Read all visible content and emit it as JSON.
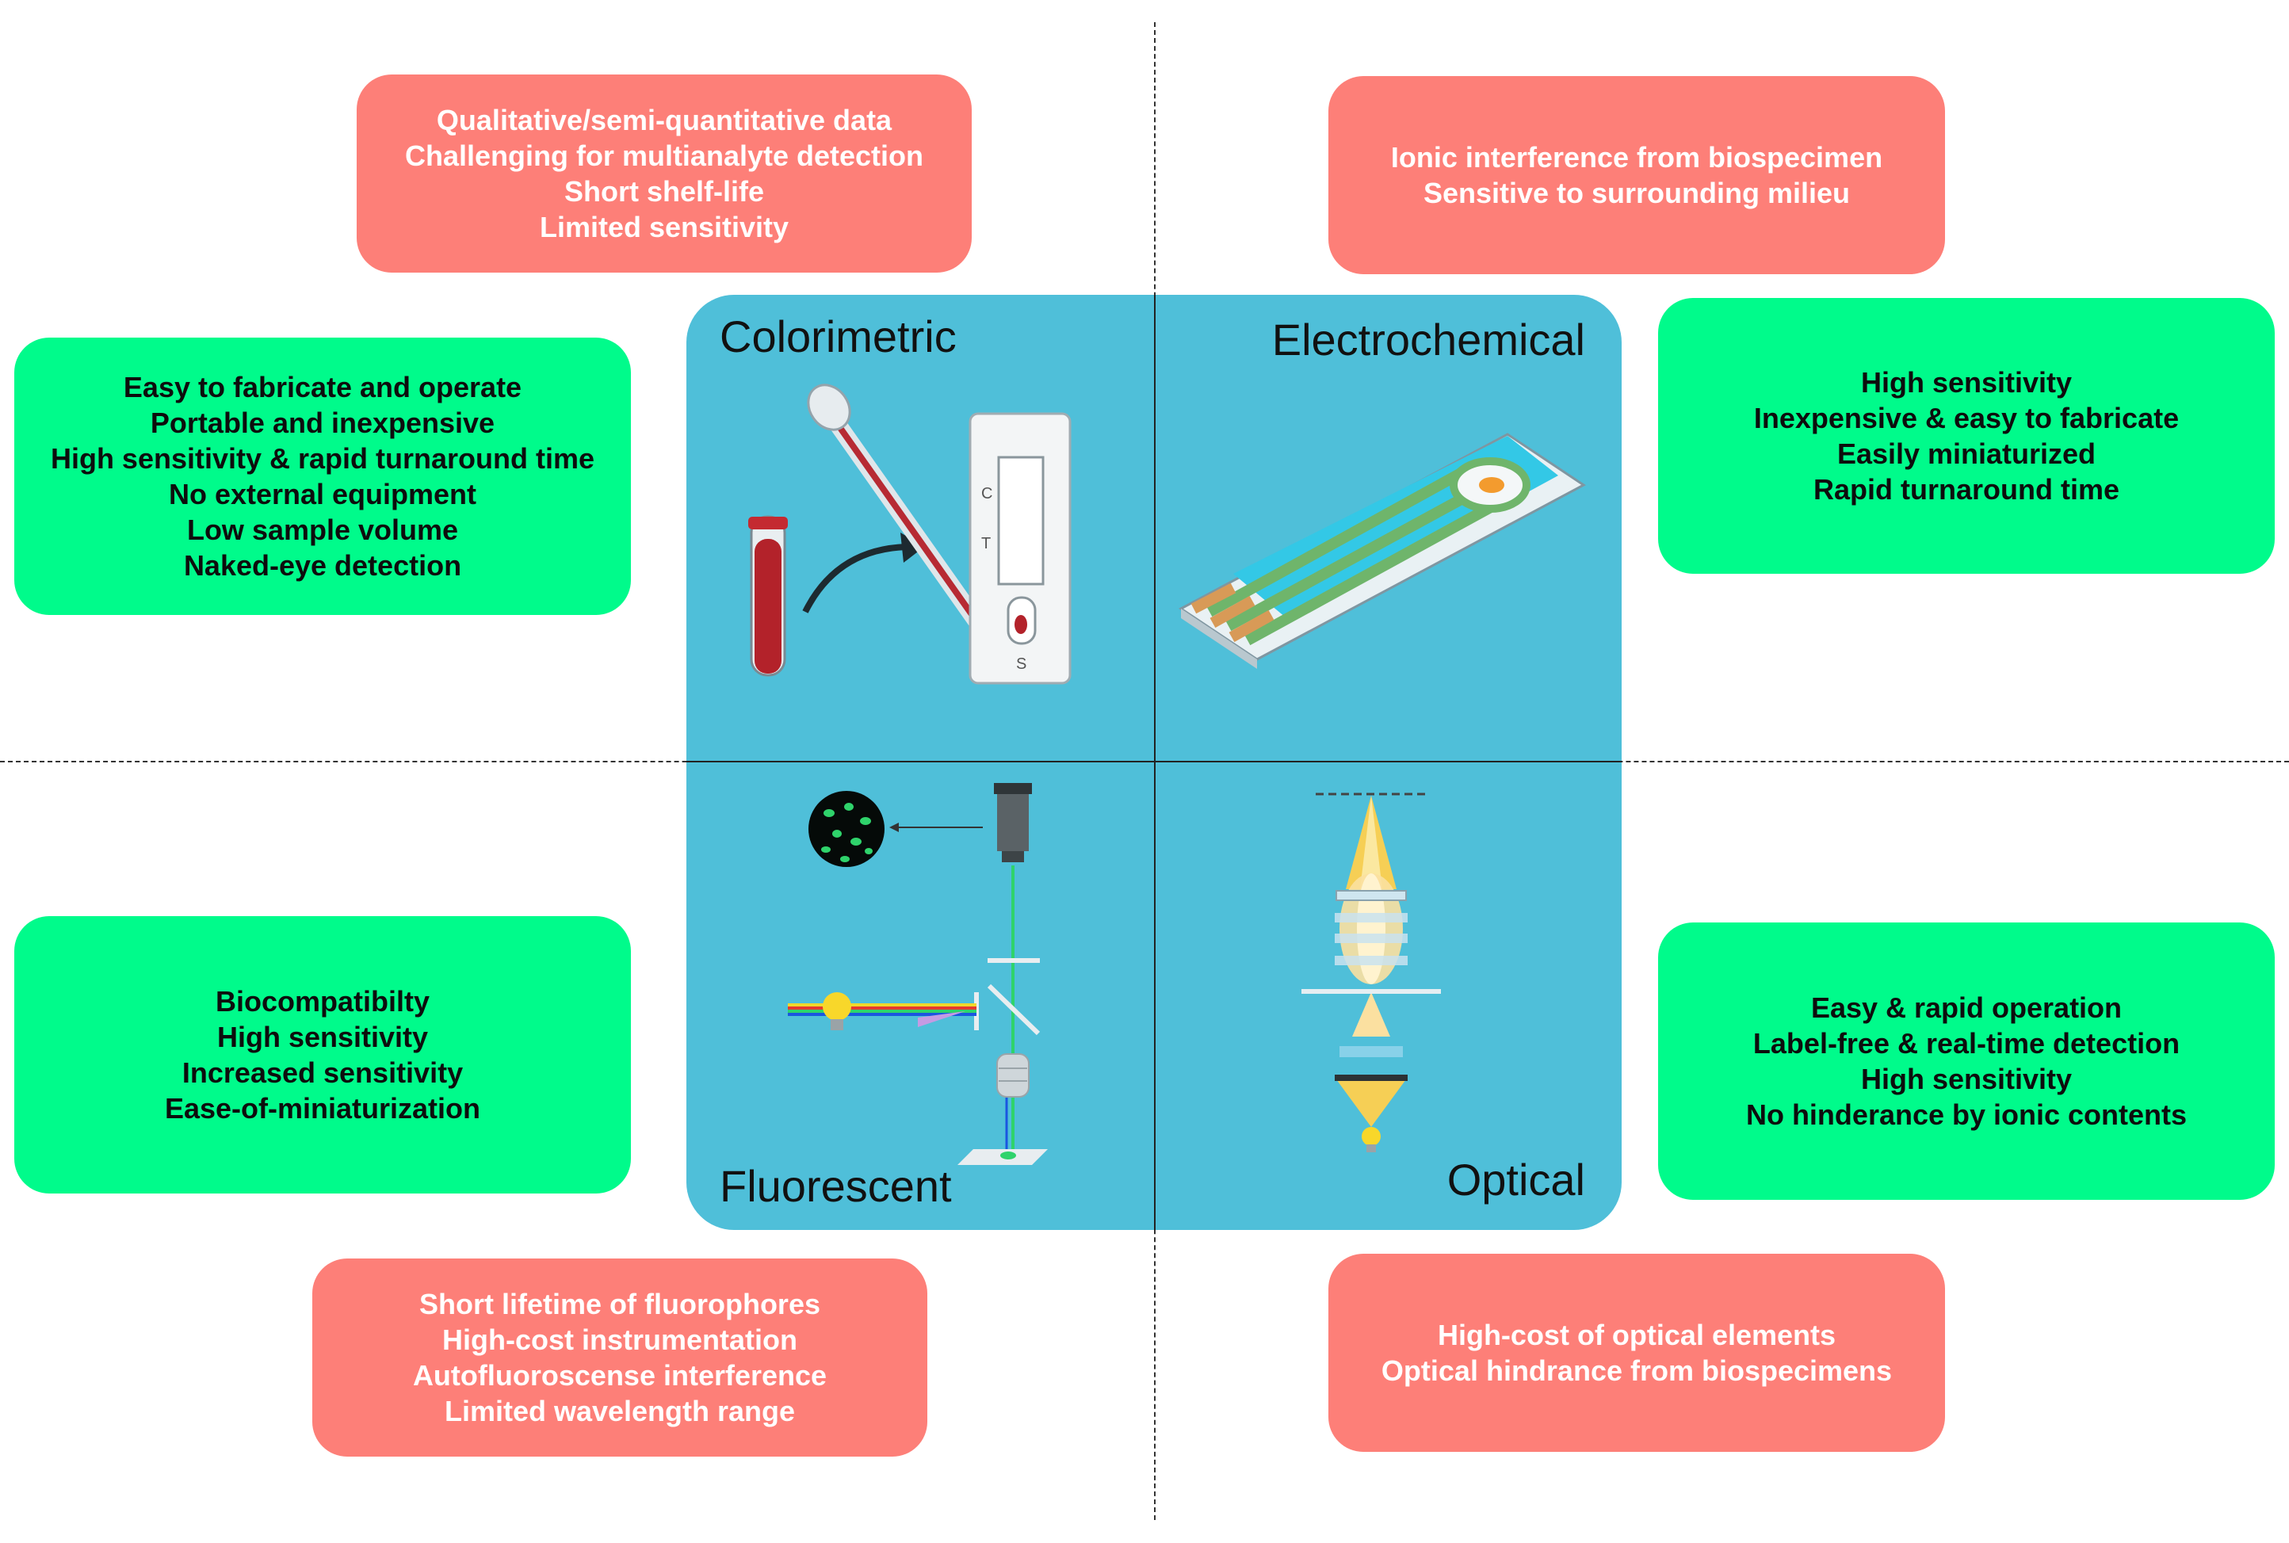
{
  "quadrants": {
    "colorimetric": {
      "title": "Colorimetric",
      "pros": [
        "Easy to fabricate and operate",
        "Portable and inexpensive",
        "High sensitivity & rapid turnaround time",
        "No external equipment",
        "Low sample volume",
        "Naked-eye detection"
      ],
      "cons": [
        "Qualitative/semi-quantitative data",
        "Challenging for multianalyte detection",
        "Short shelf-life",
        "Limited sensitivity"
      ],
      "strip_labels": {
        "c": "C",
        "t": "T",
        "s": "S"
      }
    },
    "electrochemical": {
      "title": "Electrochemical",
      "pros": [
        "High sensitivity",
        "Inexpensive & easy to fabricate",
        "Easily miniaturized",
        "Rapid turnaround time"
      ],
      "cons": [
        "Ionic interference from biospecimen",
        "Sensitive to surrounding milieu"
      ]
    },
    "fluorescent": {
      "title": "Fluorescent",
      "pros": [
        "Biocompatibilty",
        "High sensitivity",
        "Increased sensitivity",
        "Ease-of-miniaturization"
      ],
      "cons": [
        "Short lifetime of fluorophores",
        "High-cost instrumentation",
        "Autofluoroscense interference",
        "Limited wavelength range"
      ]
    },
    "optical": {
      "title": "Optical",
      "pros": [
        "Easy & rapid operation",
        "Label-free & real-time detection",
        "High sensitivity",
        "No hinderance by ionic contents"
      ],
      "cons": [
        "High-cost of optical elements",
        "Optical hindrance from biospecimens"
      ]
    }
  },
  "colors": {
    "pro": "#00fb8b",
    "con": "#fd7f78",
    "panel": "#4fbfd9"
  }
}
